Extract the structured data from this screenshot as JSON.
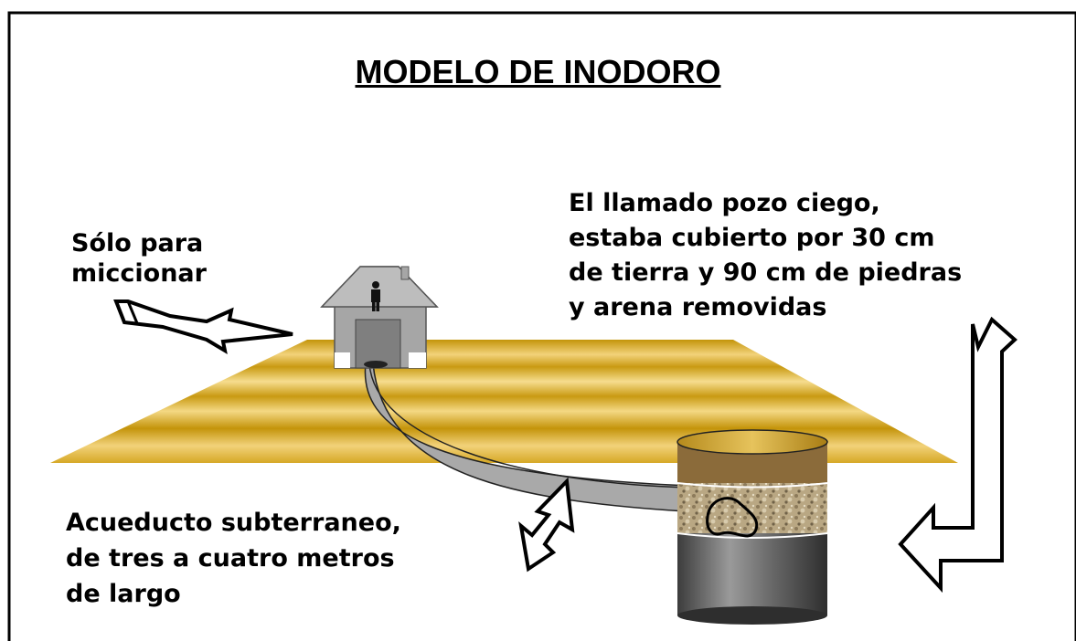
{
  "title": "MODELO DE INODORO",
  "labels": {
    "urinate": [
      "Sólo para",
      "miccionar"
    ],
    "pit": [
      "El llamado pozo ciego,",
      "estaba cubierto por 30 cm",
      "de tierra y 90 cm de piedras",
      "y arena removidas"
    ],
    "aqueduct": [
      "Acueducto subterraneo,",
      "de tres a cuatro metros",
      "de largo"
    ]
  },
  "colors": {
    "ground_light": "#f5d98a",
    "ground_dark": "#c4940a",
    "house": "#a6a6a6",
    "door": "#7f7f7f",
    "pipe": "#a9a9a9",
    "pit_dark": "#555555",
    "stones": "#b8a57f"
  }
}
